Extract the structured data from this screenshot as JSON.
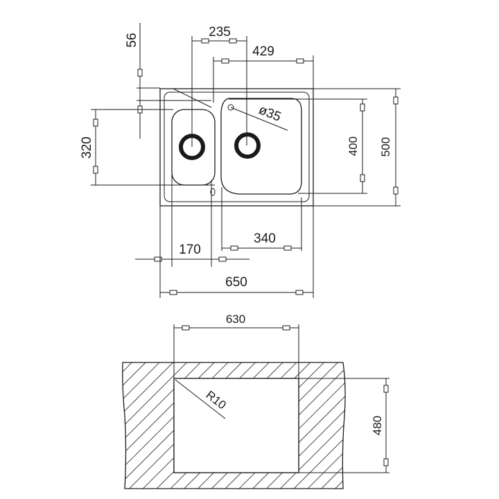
{
  "top_view": {
    "dim_tap_offset": "235",
    "dim_tap_to_right": "429",
    "dim_top_margin": "56",
    "dim_small_bowl_depth": "320",
    "dim_large_bowl_depth": "400",
    "dim_total_depth": "500",
    "dim_small_bowl_width": "170",
    "dim_large_bowl_width": "340",
    "dim_total_width": "650",
    "tap_hole_diameter": "ø35"
  },
  "cutout_view": {
    "dim_width": "630",
    "dim_depth": "480",
    "corner_radius": "R10"
  }
}
